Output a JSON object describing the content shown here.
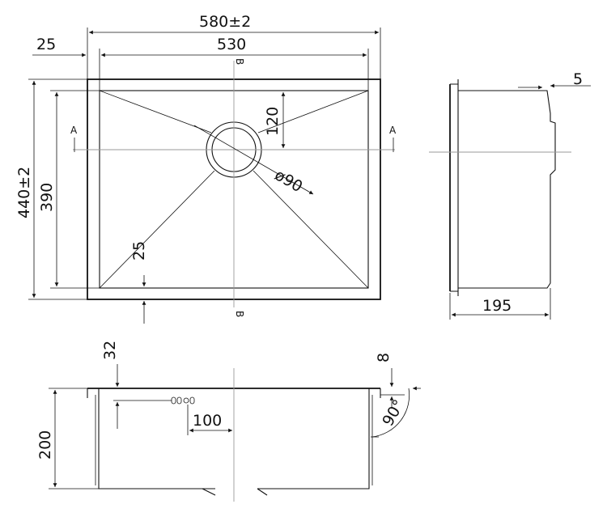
{
  "top_view": {
    "width_overall": "580±2",
    "width_inner": "530",
    "flange_offset": "25",
    "depth_overall": "440±2",
    "depth_inner": "390",
    "drain_offset": "120",
    "drain_diameter": "ø90",
    "bottom_flange": "25",
    "section_a_left": "A",
    "section_a_right": "A",
    "section_b_top": "B",
    "section_b_bottom": "B"
  },
  "side_view": {
    "flange_thickness": "5",
    "depth": "195"
  },
  "front_view": {
    "overflow_height": "32",
    "height": "200",
    "overflow_offset": "100",
    "rim": "8",
    "angle": "90°"
  }
}
